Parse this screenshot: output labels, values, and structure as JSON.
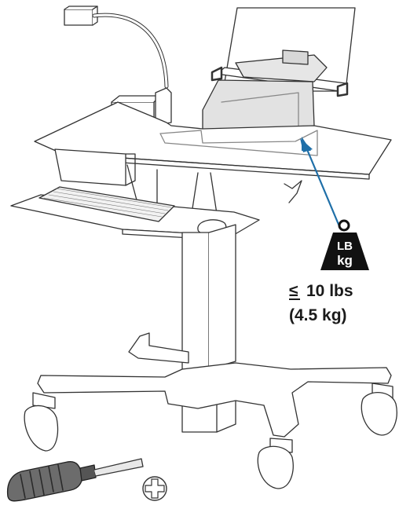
{
  "weight_icon": {
    "unit_top": "LB",
    "unit_bottom": "kg",
    "icon": "weight-icon"
  },
  "capacity": {
    "line1": "10 lbs",
    "line1_prefix": "≤",
    "line2": "(4.5 kg)"
  },
  "colors": {
    "arrow": "#1f6fa8",
    "line": "#333333",
    "weight": "#111111"
  }
}
